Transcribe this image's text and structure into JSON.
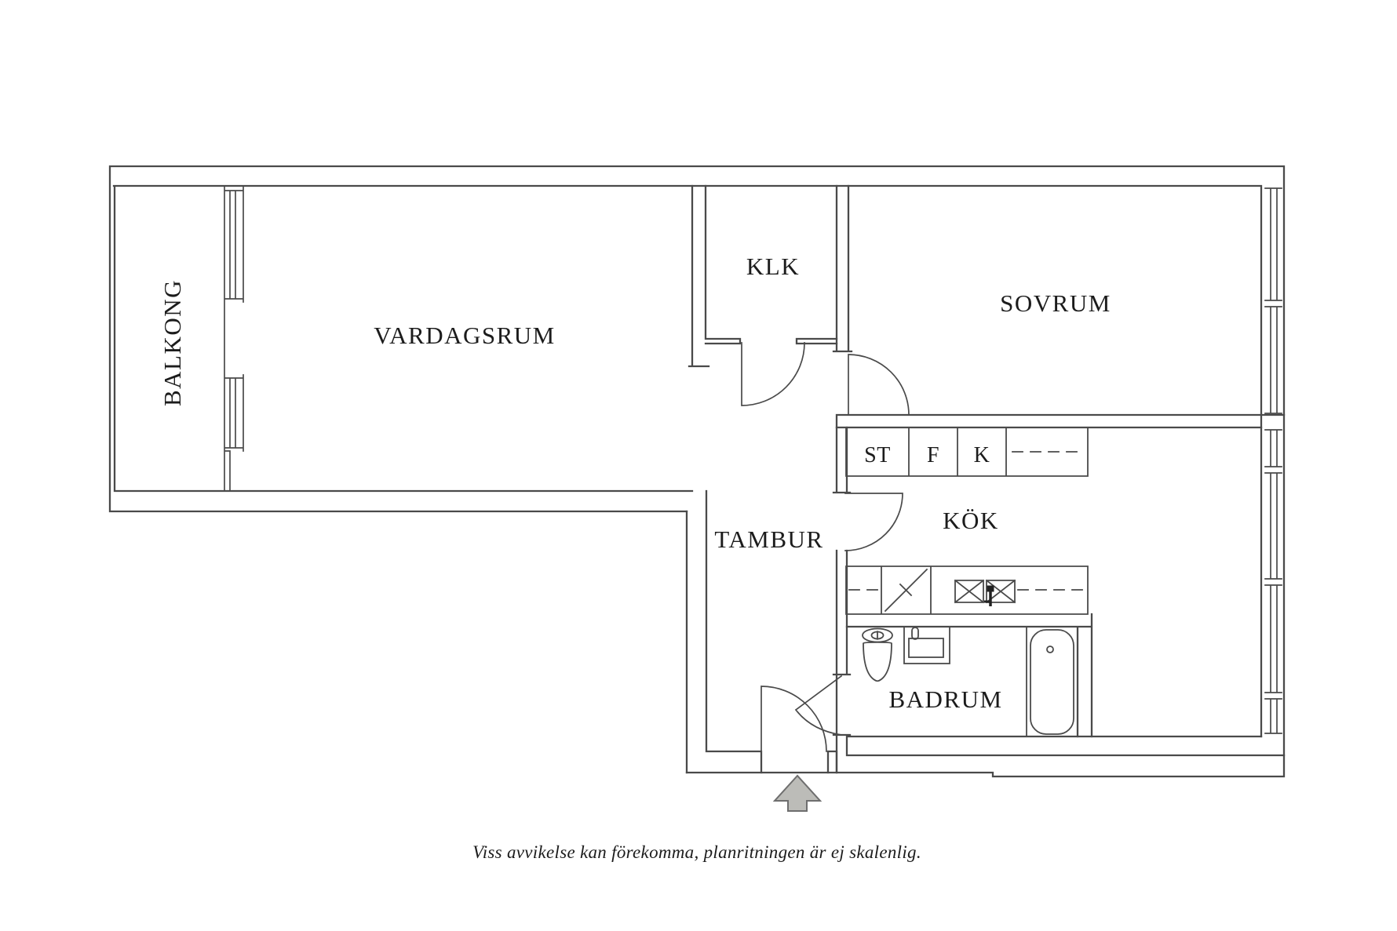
{
  "floorplan": {
    "rooms": {
      "balkong": {
        "label": "BALKONG"
      },
      "vardagsrum": {
        "label": "VARDAGSRUM"
      },
      "klk": {
        "label": "KLK"
      },
      "sovrum": {
        "label": "SOVRUM"
      },
      "tambur": {
        "label": "TAMBUR"
      },
      "kok": {
        "label": "KÖK"
      },
      "badrum": {
        "label": "BADRUM"
      }
    },
    "kitchen_units": {
      "st": "ST",
      "f": "F",
      "k": "K"
    },
    "caption": "Viss avvikelse kan förekomma, planritningen är ej skalenlig.",
    "colors": {
      "wall_line": "#4a4a4a",
      "fixture_line": "#4a4a4a",
      "door_line": "#4a4a4a",
      "text": "#1c1c1c",
      "arrow_fill": "#bcbcb8",
      "arrow_stroke": "#6e6e6e",
      "faucet_dark": "#222222",
      "background": "#ffffff"
    }
  }
}
